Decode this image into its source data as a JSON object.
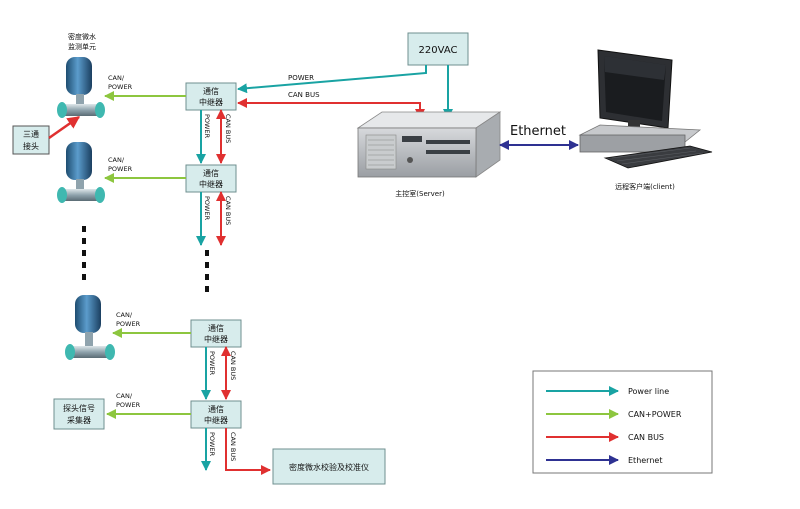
{
  "device_label_line1": "密度微水",
  "device_label_line2": "监测单元",
  "three_way_joint_line1": "三通",
  "three_way_joint_line2": "接头",
  "relay_line1": "通信",
  "relay_line2": "中继器",
  "power_220": "220VAC",
  "power_label": "POWER",
  "canbus_label": "CAN BUS",
  "can_power_line1": "CAN/",
  "can_power_line2": "POWER",
  "ethernet_label": "Ethernet",
  "server_caption": "主控室(Server)",
  "client_caption": "远程客户端(client)",
  "probe_collector_line1": "探头信号",
  "probe_collector_line2": "采集器",
  "calibrator_label": "密度微水校验及校准仪",
  "legend": {
    "items": [
      "Power line",
      "CAN+POWER",
      "CAN BUS",
      "Ethernet"
    ]
  },
  "colors": {
    "power_line": "#19a3a3",
    "can_power": "#8dc63f",
    "can_bus": "#e03030",
    "ethernet": "#2e3192"
  }
}
